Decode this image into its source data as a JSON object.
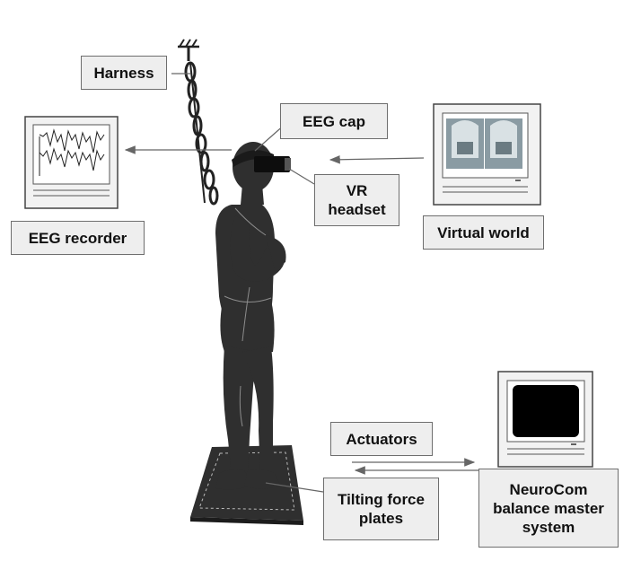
{
  "labels": {
    "harness": "Harness",
    "eeg_cap": "EEG cap",
    "vr_headset_line1": "VR",
    "vr_headset_line2": "headset",
    "eeg_recorder": "EEG recorder",
    "virtual_world": "Virtual world",
    "actuators": "Actuators",
    "tilting_line1": "Tilting force",
    "tilting_line2": "plates",
    "neurocom_line1": "NeuroCom",
    "neurocom_line2": "balance master",
    "neurocom_line3": "system"
  },
  "colors": {
    "figure": "#2f2f2f",
    "label_fill": "#eeeeee",
    "label_border": "#6e6e6e",
    "arrow": "#666666",
    "monitor_frame": "#f2f2f2",
    "screen_dark": "#000000"
  },
  "icons": [
    "harness-hook-icon",
    "eeg-monitor-icon",
    "virtual-world-monitor-icon",
    "neurocom-monitor-icon",
    "person-silhouette",
    "force-plate"
  ]
}
